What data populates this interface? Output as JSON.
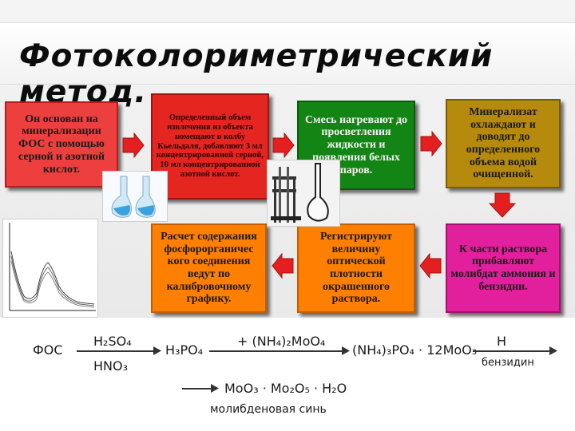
{
  "title": "Фотоколориметрический метод.",
  "boxes": {
    "b1": "Он основан на минерализации ФОС с помощью серной и азотной кислот.",
    "b2": "Определенный объем извлечения из объекта помещают в колбу Кьельдаля, добавляют 3 мл концентрированной серной, 10 мл концентрированной азотной кислот.",
    "b3": "Смесь нагревают до просветления жидкости и появления белых паров.",
    "b4": "Минерализат охлаждают и доводят до определенного объема водой очищенной.",
    "b5": "К части раствора прибавляют молибдат аммония и бензидин.",
    "b6": "Регистрируют величину оптической плотности окрашенного раствора.",
    "b7": "Расчет содержания фосфорорганичес кого соединения ведут по калибровочному графику."
  },
  "colors": {
    "red": "#e52520",
    "green": "#128515",
    "gold": "#b58a0d",
    "magenta": "#e2209e",
    "orange": "#ff7f00"
  },
  "equation": {
    "start": "ФОС",
    "reagent_top": "H₂SO₄",
    "reagent_bottom": "HNO₃",
    "product1": "H₃PO₄",
    "reagent2": "+ (NH₄)₂MoO₄",
    "product2": "(NH₄)₃PO₄ · 12MoO₃",
    "reagent3": "H",
    "reagent3_label": "бензидин",
    "final": "MoO₃ · Mo₂O₅ · H₂O",
    "final_label": "молибденовая синь"
  }
}
